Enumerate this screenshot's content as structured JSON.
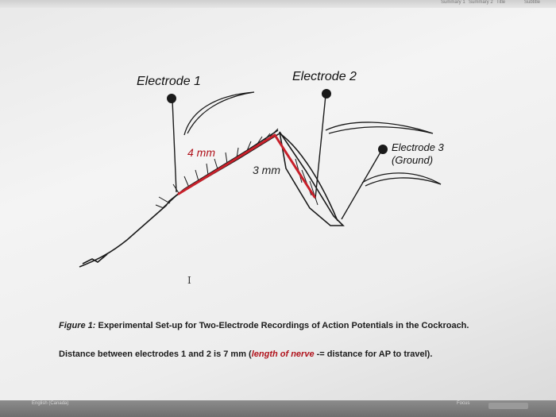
{
  "ui": {
    "top_tabs": [
      "Summary 1",
      "Summary 2",
      "Title",
      "Subtitle"
    ],
    "status_language": "English (Canada)",
    "status_zoom": "Focus"
  },
  "diagram": {
    "electrode1_label": "Electrode 1",
    "electrode2_label": "Electrode 2",
    "electrode3_label": "Electrode 3",
    "electrode3_sublabel": "(Ground)",
    "distance_a": "4 mm",
    "distance_b": "3 mm",
    "colors": {
      "nerve_line": "#c8202a",
      "ink": "#1a1a1a"
    }
  },
  "caption": {
    "figure_label": "Figure 1:",
    "figure_text": " Experimental Set-up for Two-Electrode Recordings of Action Potentials in the Cockroach.",
    "distance_prefix": "Distance between electrodes 1 and 2 is 7 mm (",
    "distance_italic": "length of nerve",
    "distance_suffix": " -= distance for AP to travel)."
  }
}
